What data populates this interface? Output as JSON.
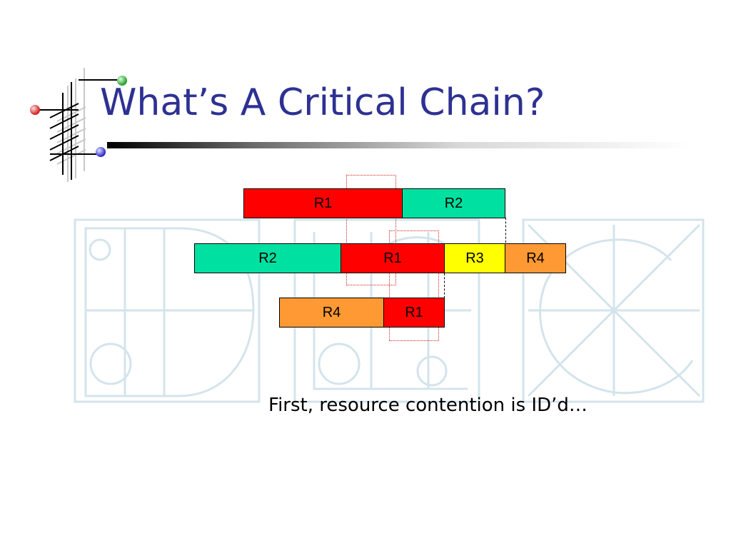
{
  "slide": {
    "title": "What’s A Critical Chain?",
    "caption": "First, resource contention is ID’d…"
  },
  "diagram": {
    "rows": [
      {
        "tasks": [
          {
            "label": "R1",
            "color": "#ff0000"
          },
          {
            "label": "R2",
            "color": "#00e0a0"
          }
        ]
      },
      {
        "tasks": [
          {
            "label": "R2",
            "color": "#00e0a0"
          },
          {
            "label": "R1",
            "color": "#ff0000"
          },
          {
            "label": "R3",
            "color": "#ffff00"
          },
          {
            "label": "R4",
            "color": "#ff9933"
          }
        ]
      },
      {
        "tasks": [
          {
            "label": "R4",
            "color": "#ff9933"
          },
          {
            "label": "R1",
            "color": "#ff0000"
          }
        ]
      }
    ]
  },
  "colors": {
    "title": "#2e3192",
    "contention_outline": "#d21f1f"
  },
  "icons": {
    "logo": "crosshatch-logo-icon",
    "watermark": "dlc-monogram-watermark"
  }
}
